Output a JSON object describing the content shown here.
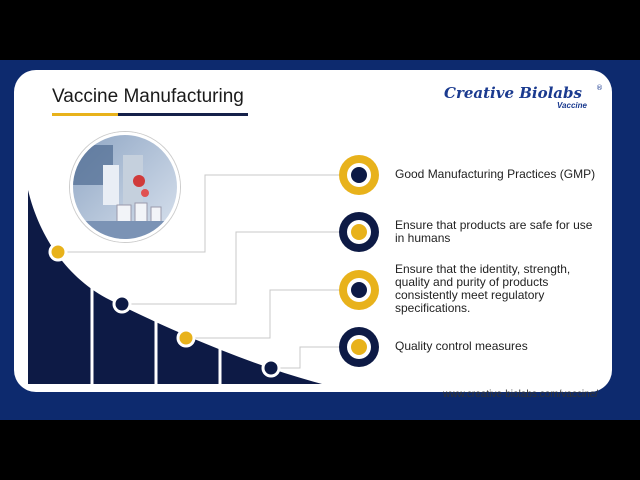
{
  "slide": {
    "title": "Vaccine Manufacturing",
    "logo": {
      "name": "Creative Biolabs",
      "sub": "Vaccine",
      "mark": "®"
    },
    "photo_icon": "laboratory-photo",
    "items": [
      {
        "text": "Good Manufacturing Practices (GMP)"
      },
      {
        "text": "Ensure that products are safe for use in humans"
      },
      {
        "text": "Ensure that the identity, strength, quality and purity of products consistently meet regulatory specifications."
      },
      {
        "text": "Quality control measures"
      }
    ],
    "url": "www.creative-biolabs.com/vaccine/"
  },
  "colors": {
    "navy": "#0d1a45",
    "gold": "#e8b21b",
    "frame": "#0d2a6e"
  }
}
